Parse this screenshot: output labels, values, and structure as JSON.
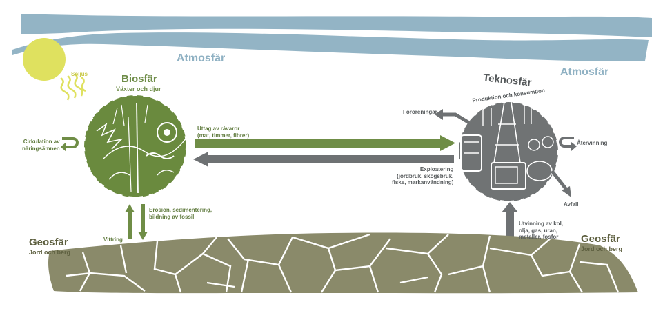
{
  "colors": {
    "sky": "#93b4c5",
    "sun": "#dfe15f",
    "bio": "#6a8a3e",
    "techno": "#707374",
    "geo": "#8a8a6a",
    "arrow_green": "#6f8d46",
    "arrow_gray": "#6e7173"
  },
  "atmosphere": {
    "label_left": "Atmosfär",
    "label_right": "Atmosfär"
  },
  "sun": {
    "rays_label": "Soljus",
    "icon": "sun-icon"
  },
  "biosphere": {
    "title": "Biosfär",
    "subtitle": "Växter och djur",
    "circulation_label": "Cirkulation av\nnäringsämnen"
  },
  "technosphere": {
    "title": "Teknosfär",
    "subtitle": "Produktion och konsumtion",
    "pollution_label": "Föroreningar",
    "recycling_label": "Återvinning",
    "waste_label": "Avfall"
  },
  "flows": {
    "extraction_label": "Uttag av råvaror\n(mat, timmer, fibrer)",
    "exploitation_label": "Exploatering\n(jordbruk, skogsbruk,\nfiske, markanvändning)",
    "erosion_label": "Erosion, sedimentering,\nbildning av fossil",
    "weathering_label": "Vittring",
    "mining_label": "Utvinning av kol,\nolja, gas, uran,\nmetaller, fosfor"
  },
  "geosphere": {
    "left_title": "Geosfär",
    "left_subtitle": "Jord och berg",
    "right_title": "Geosfär",
    "right_subtitle": "Jord och berg"
  }
}
